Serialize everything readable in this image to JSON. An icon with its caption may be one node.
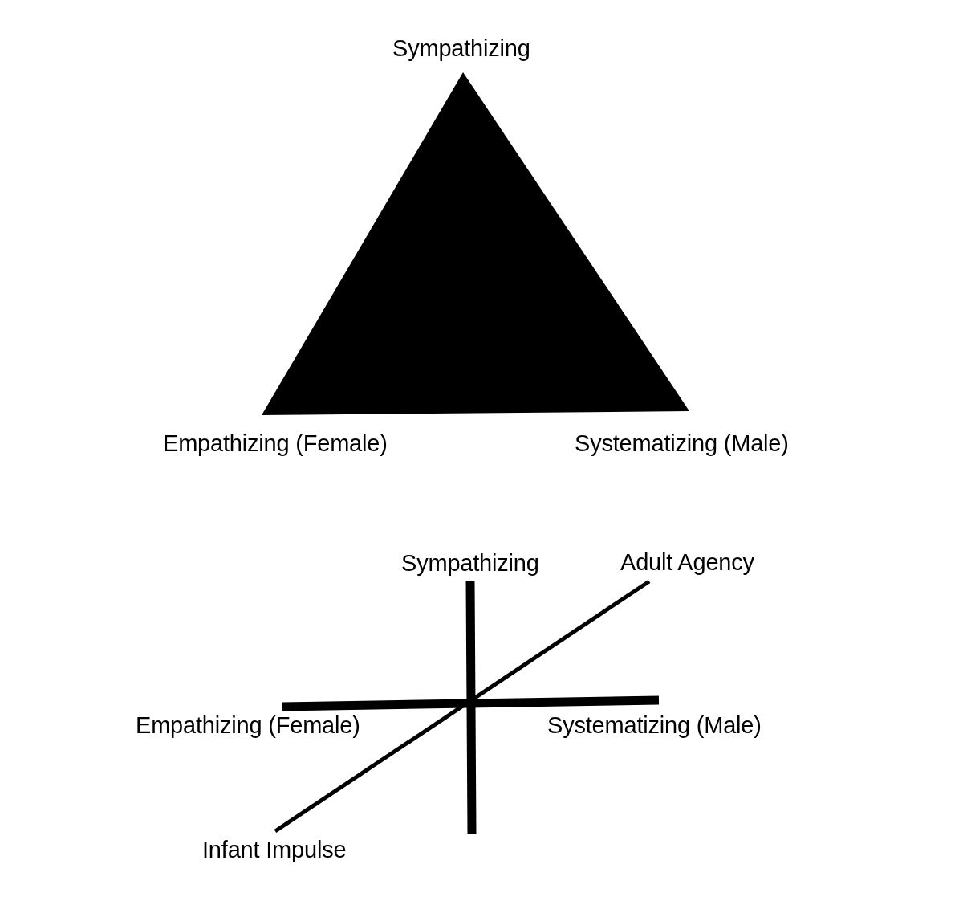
{
  "diagram": {
    "nodes": [
      {
        "text": [],
        "shape": "triangle",
        "beside": [
          "Sympathizing",
          "Empathizing (Female)",
          "Systematizing (Male)"
        ]
      }
    ],
    "labels": [
      "Sympathizing",
      "Adult Agency",
      "Empathizing (Female)",
      "Systematizing (Male)",
      "Infant Impulse"
    ]
  }
}
